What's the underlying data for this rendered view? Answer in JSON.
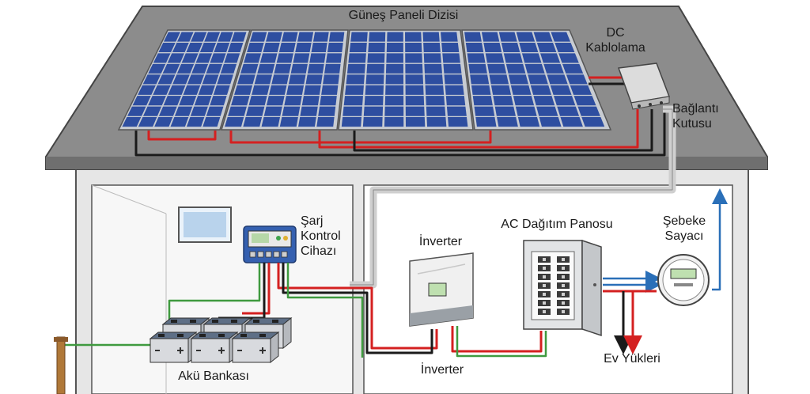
{
  "labels": {
    "solar_array": "Güneş Paneli Dizisi",
    "dc_wiring_1": "DC",
    "dc_wiring_2": "Kablolama",
    "junction_box_1": "Bağlantı",
    "junction_box_2": "Kutusu",
    "charge_controller_1": "Şarj",
    "charge_controller_2": "Kontrol",
    "charge_controller_3": "Cihazı",
    "inverter_top": "İnverter",
    "inverter_bottom": "İnverter",
    "ac_panel": "AC Dağıtım Panosu",
    "grid_meter_1": "Şebeke",
    "grid_meter_2": "Sayacı",
    "home_loads": "Ev Yükleri",
    "battery_bank": "Akü Bankası"
  },
  "colors": {
    "roof": "#8c8c8c",
    "panel_cell": "#2e4ea0",
    "panel_frame": "#c8ccd2",
    "wire_positive": "#d42020",
    "wire_negative": "#1a1a1a",
    "wire_ground": "#3f9a3f",
    "arrow_export": "#2a6fb8",
    "wall": "#e6e6e6",
    "room": "#ffffff"
  }
}
